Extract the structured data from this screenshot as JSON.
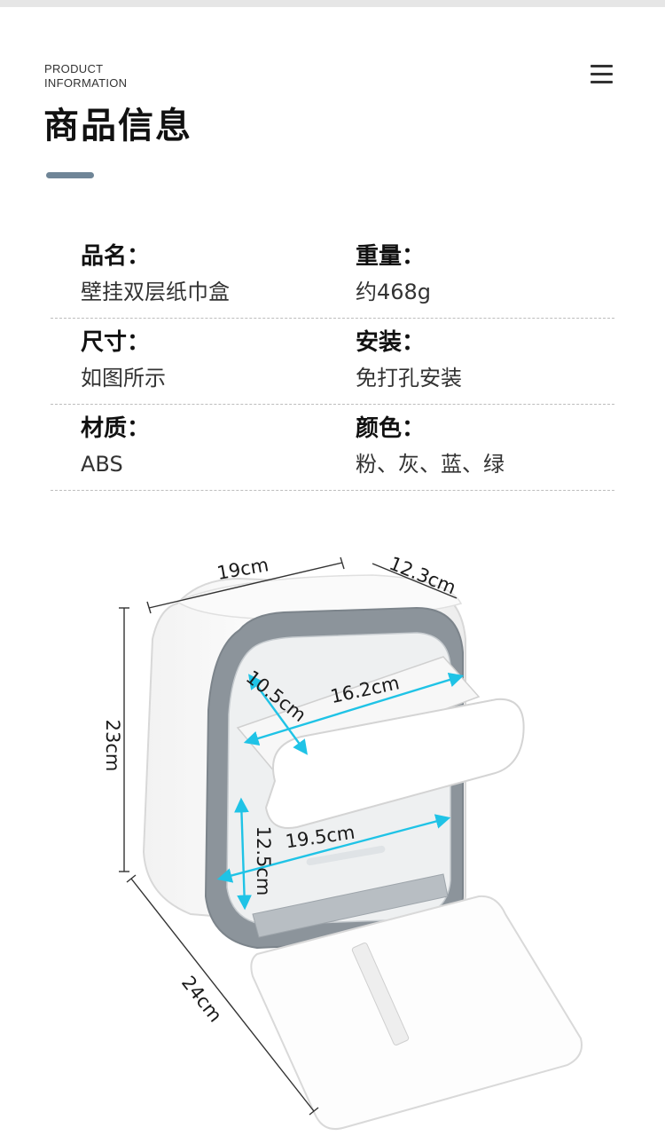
{
  "header": {
    "eyebrow_line1": "PRODUCT",
    "eyebrow_line2": "INFORMATION",
    "title": "商品信息"
  },
  "specs": [
    {
      "left": {
        "key": "品名：",
        "value": "壁挂双层纸巾盒"
      },
      "right": {
        "key": "重量：",
        "value": "约468g"
      }
    },
    {
      "left": {
        "key": "尺寸：",
        "value": "如图所示"
      },
      "right": {
        "key": "安装：",
        "value": "免打孔安装"
      }
    },
    {
      "left": {
        "key": "材质：",
        "value": "ABS"
      },
      "right": {
        "key": "颜色：",
        "value": "粉、灰、蓝、绿"
      }
    }
  ],
  "dimensions": {
    "width_top": "19cm",
    "depth_top": "12.3cm",
    "height_left": "23cm",
    "depth_bottom": "24cm",
    "drawer_depth": "10.5cm",
    "drawer_width": "16.2cm",
    "lower_width": "19.5cm",
    "lower_height": "12.5cm"
  },
  "colors": {
    "accent_bar": "#6f8597",
    "body_gray": "#8c949b",
    "measure_cyan": "#1fc3e6"
  },
  "icons": {
    "menu": "menu-icon"
  }
}
